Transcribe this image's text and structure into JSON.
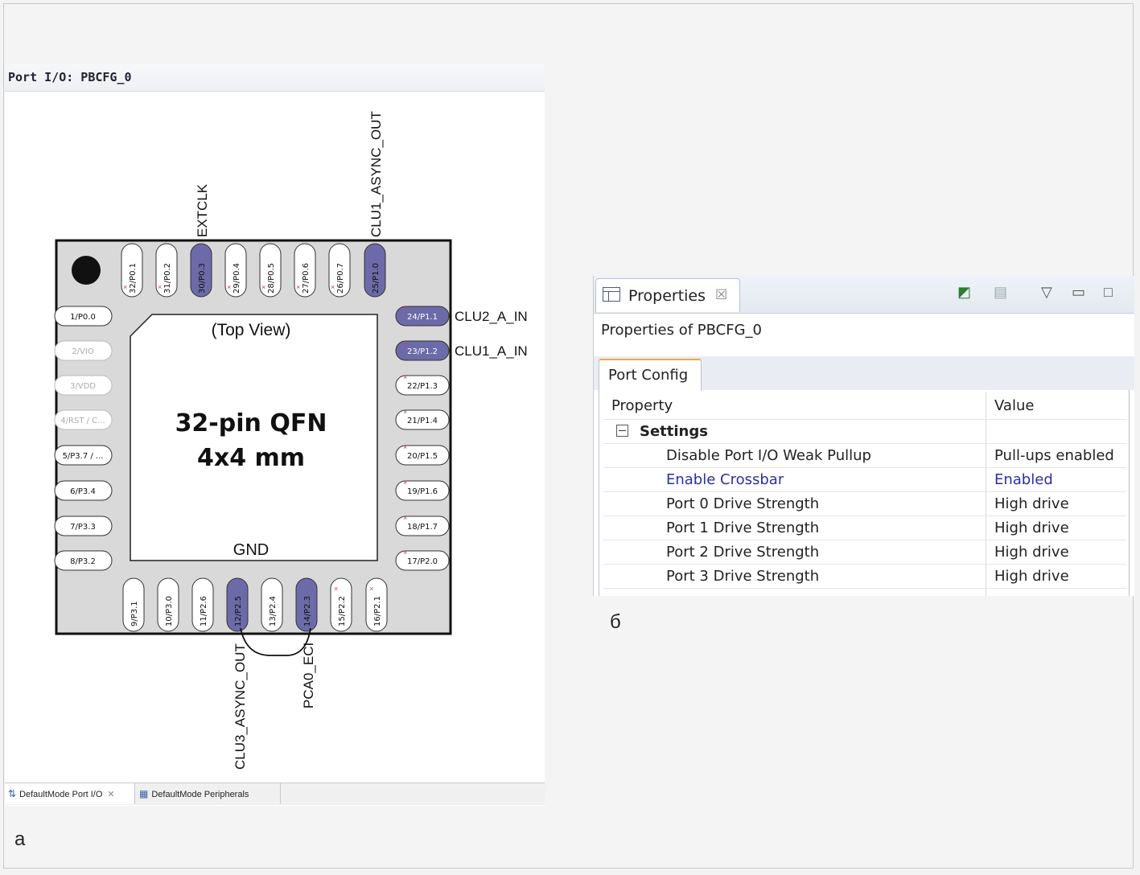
{
  "left_panel": {
    "title": "Port I/O: PBCFG_0",
    "package": {
      "line1": "32-pin QFN",
      "line2": "4x4 mm",
      "top_view": "(Top View)",
      "gnd": "GND"
    },
    "pins_top": [
      {
        "label": "32/P0.1",
        "active": false
      },
      {
        "label": "31/P0.2",
        "active": false
      },
      {
        "label": "30/P0.3",
        "active": true,
        "signal": "EXTCLK"
      },
      {
        "label": "29/P0.4",
        "active": false
      },
      {
        "label": "28/P0.5",
        "active": false
      },
      {
        "label": "27/P0.6",
        "active": false
      },
      {
        "label": "26/P0.7",
        "active": false
      },
      {
        "label": "25/P1.0",
        "active": true,
        "signal": "CLU1_ASYNC_OUT"
      }
    ],
    "pins_left": [
      {
        "label": "1/P0.0",
        "dim": false
      },
      {
        "label": "2/VIO",
        "dim": true
      },
      {
        "label": "3/VDD",
        "dim": true
      },
      {
        "label": "4/RST / C...",
        "dim": true
      },
      {
        "label": "5/P3.7 / ...",
        "dim": false
      },
      {
        "label": "6/P3.4",
        "dim": false
      },
      {
        "label": "7/P3.3",
        "dim": false
      },
      {
        "label": "8/P3.2",
        "dim": false
      }
    ],
    "pins_right": [
      {
        "label": "24/P1.1",
        "active": true,
        "signal": "CLU2_A_IN"
      },
      {
        "label": "23/P1.2",
        "active": true,
        "signal": "CLU1_A_IN"
      },
      {
        "label": "22/P1.3",
        "active": false
      },
      {
        "label": "21/P1.4",
        "active": false
      },
      {
        "label": "20/P1.5",
        "active": false
      },
      {
        "label": "19/P1.6",
        "active": false
      },
      {
        "label": "18/P1.7",
        "active": false
      },
      {
        "label": "17/P2.0",
        "active": false
      }
    ],
    "pins_bottom": [
      {
        "label": "9/P3.1",
        "active": false
      },
      {
        "label": "10/P3.0",
        "active": false
      },
      {
        "label": "11/P2.6",
        "active": false
      },
      {
        "label": "12/P2.5",
        "active": true,
        "signal": "CLU3_ASYNC_OUT"
      },
      {
        "label": "13/P2.4",
        "active": false
      },
      {
        "label": "14/P2.3",
        "active": true,
        "signal": "PCA0_ECI"
      },
      {
        "label": "15/P2.2",
        "active": false
      },
      {
        "label": "16/P2.1",
        "active": false
      }
    ],
    "tabs": [
      {
        "label": "DefaultMode Port I/O",
        "icon": "port-io-icon"
      },
      {
        "label": "DefaultMode Peripherals",
        "icon": "peripherals-icon"
      }
    ],
    "caption": "a"
  },
  "right_panel": {
    "tab_label": "Properties",
    "tab_close": "☒",
    "subtitle": "Properties of PBCFG_0",
    "config_tab": "Port Config",
    "table": {
      "headers": [
        "Property",
        "Value"
      ],
      "group": "Settings",
      "rows": [
        {
          "property": "Disable Port I/O Weak Pullup",
          "value": "Pull-ups enabled",
          "highlight": false
        },
        {
          "property": "Enable Crossbar",
          "value": "Enabled",
          "highlight": true
        },
        {
          "property": "Port 0 Drive Strength",
          "value": "High drive",
          "highlight": false
        },
        {
          "property": "Port 1 Drive Strength",
          "value": "High drive",
          "highlight": false
        },
        {
          "property": "Port 2 Drive Strength",
          "value": "High drive",
          "highlight": false
        },
        {
          "property": "Port 3 Drive Strength",
          "value": "High drive",
          "highlight": false
        }
      ]
    },
    "caption": "б"
  },
  "colors": {
    "active_pin": "#6c6aa8",
    "chip_body": "#d9d9d9",
    "highlight_text": "#2b2fa6"
  }
}
